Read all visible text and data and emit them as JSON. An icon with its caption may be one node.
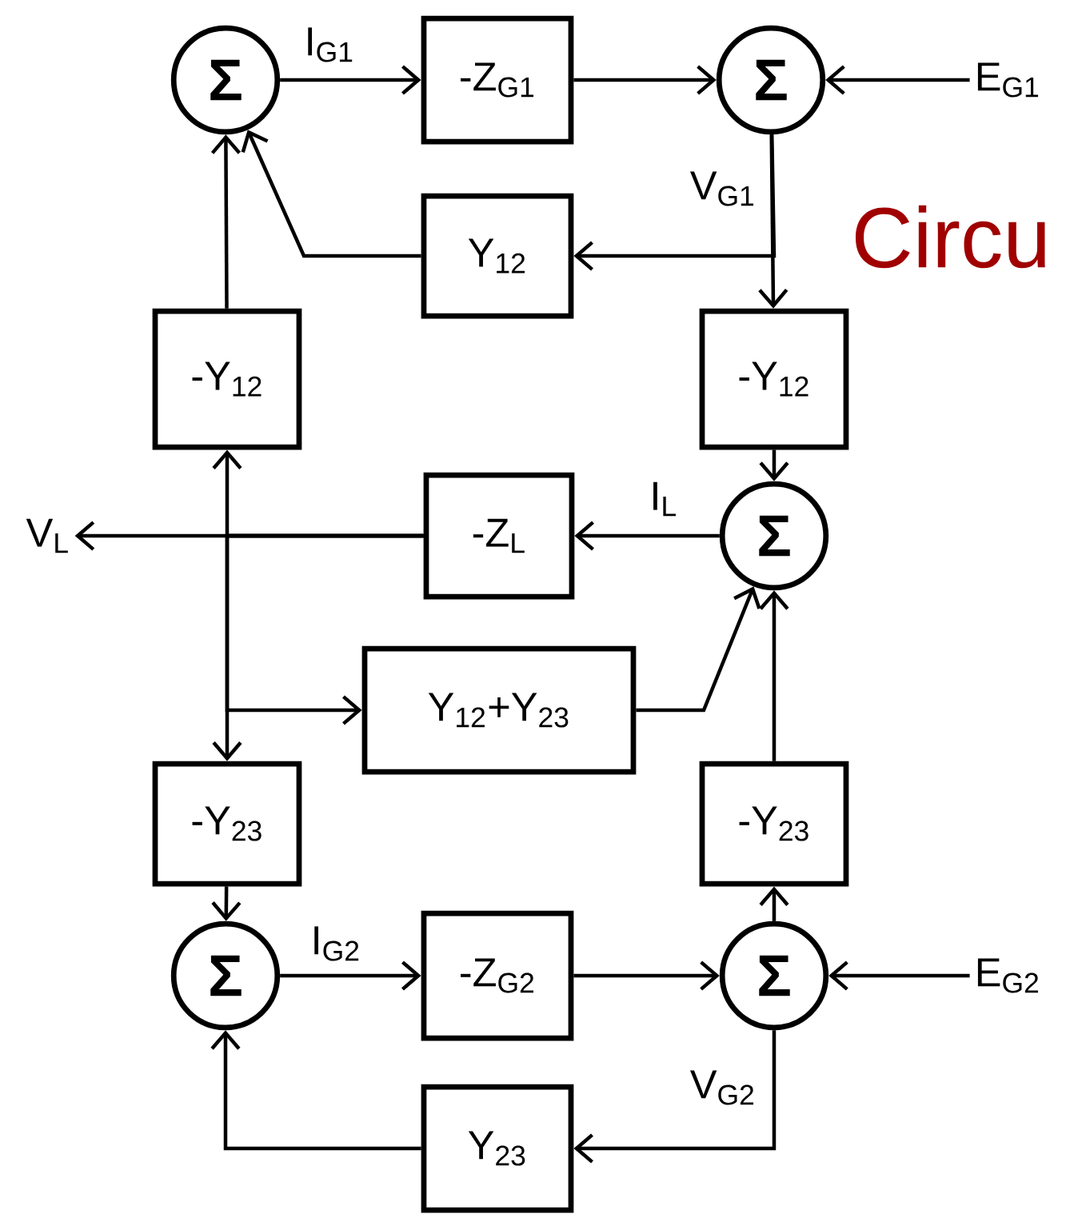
{
  "diagram": {
    "nodes": [
      {
        "text": [
          "Σ"
        ]
      },
      {
        "text": [
          "-Z$_{G1}$"
        ]
      },
      {
        "text": [
          "Σ"
        ]
      },
      {
        "text": [
          "E$_{G1}$"
        ]
      },
      {
        "text": [
          "Y$_{12}$"
        ]
      },
      {
        "text": [
          "-Y$_{12}$"
        ]
      },
      {
        "text": [
          "-Y$_{12}$"
        ]
      },
      {
        "text": [
          "Σ"
        ]
      },
      {
        "text": [
          "-Z$_{L}$"
        ]
      },
      {
        "text": [
          "V$_{L}$"
        ]
      },
      {
        "text": [
          "Y$_{12}$+Y$_{23}$"
        ]
      },
      {
        "text": [
          "-Y$_{23}$"
        ]
      },
      {
        "text": [
          "-Y$_{23}$"
        ]
      },
      {
        "text": [
          "Σ"
        ]
      },
      {
        "text": [
          "-Z$_{G2}$"
        ]
      },
      {
        "text": [
          "Σ"
        ]
      },
      {
        "text": [
          "E$_{G2}$"
        ]
      },
      {
        "text": [
          "Y$_{23}$"
        ]
      }
    ],
    "edges": [
      {
        "from": 0,
        "to": 1,
        "arrow": "to",
        "label": "I$_{G1}$"
      },
      {
        "from": 1,
        "to": 2,
        "arrow": "to"
      },
      {
        "from": 3,
        "to": 2,
        "arrow": "to"
      },
      {
        "from": 2,
        "to": 4,
        "arrow": "to",
        "label": "V$_{G1}$"
      },
      {
        "from": 2,
        "to": 6,
        "arrow": "to"
      },
      {
        "from": 4,
        "to": 0,
        "arrow": "to"
      },
      {
        "from": 5,
        "to": 0,
        "arrow": "to"
      },
      {
        "from": 6,
        "to": 7,
        "arrow": "to"
      },
      {
        "from": 7,
        "to": 8,
        "arrow": "to",
        "label": "I$_{L}$"
      },
      {
        "from": 8,
        "to": 9,
        "arrow": "to"
      },
      {
        "from": 8,
        "to": 5,
        "arrow": "to"
      },
      {
        "from": 8,
        "to": 11,
        "arrow": "to"
      },
      {
        "from": 8,
        "to": 10,
        "arrow": "to"
      },
      {
        "from": 10,
        "to": 7,
        "arrow": "to"
      },
      {
        "from": 12,
        "to": 7,
        "arrow": "to"
      },
      {
        "from": 11,
        "to": 13,
        "arrow": "to"
      },
      {
        "from": 13,
        "to": 14,
        "arrow": "to",
        "label": "I$_{G2}$"
      },
      {
        "from": 14,
        "to": 15,
        "arrow": "to"
      },
      {
        "from": 16,
        "to": 15,
        "arrow": "to"
      },
      {
        "from": 15,
        "to": 12,
        "arrow": "to"
      },
      {
        "from": 15,
        "to": 17,
        "arrow": "to",
        "label": "V$_{G2}$"
      },
      {
        "from": 17,
        "to": 13,
        "arrow": "to"
      }
    ],
    "labels": [
      "Circu"
    ]
  }
}
